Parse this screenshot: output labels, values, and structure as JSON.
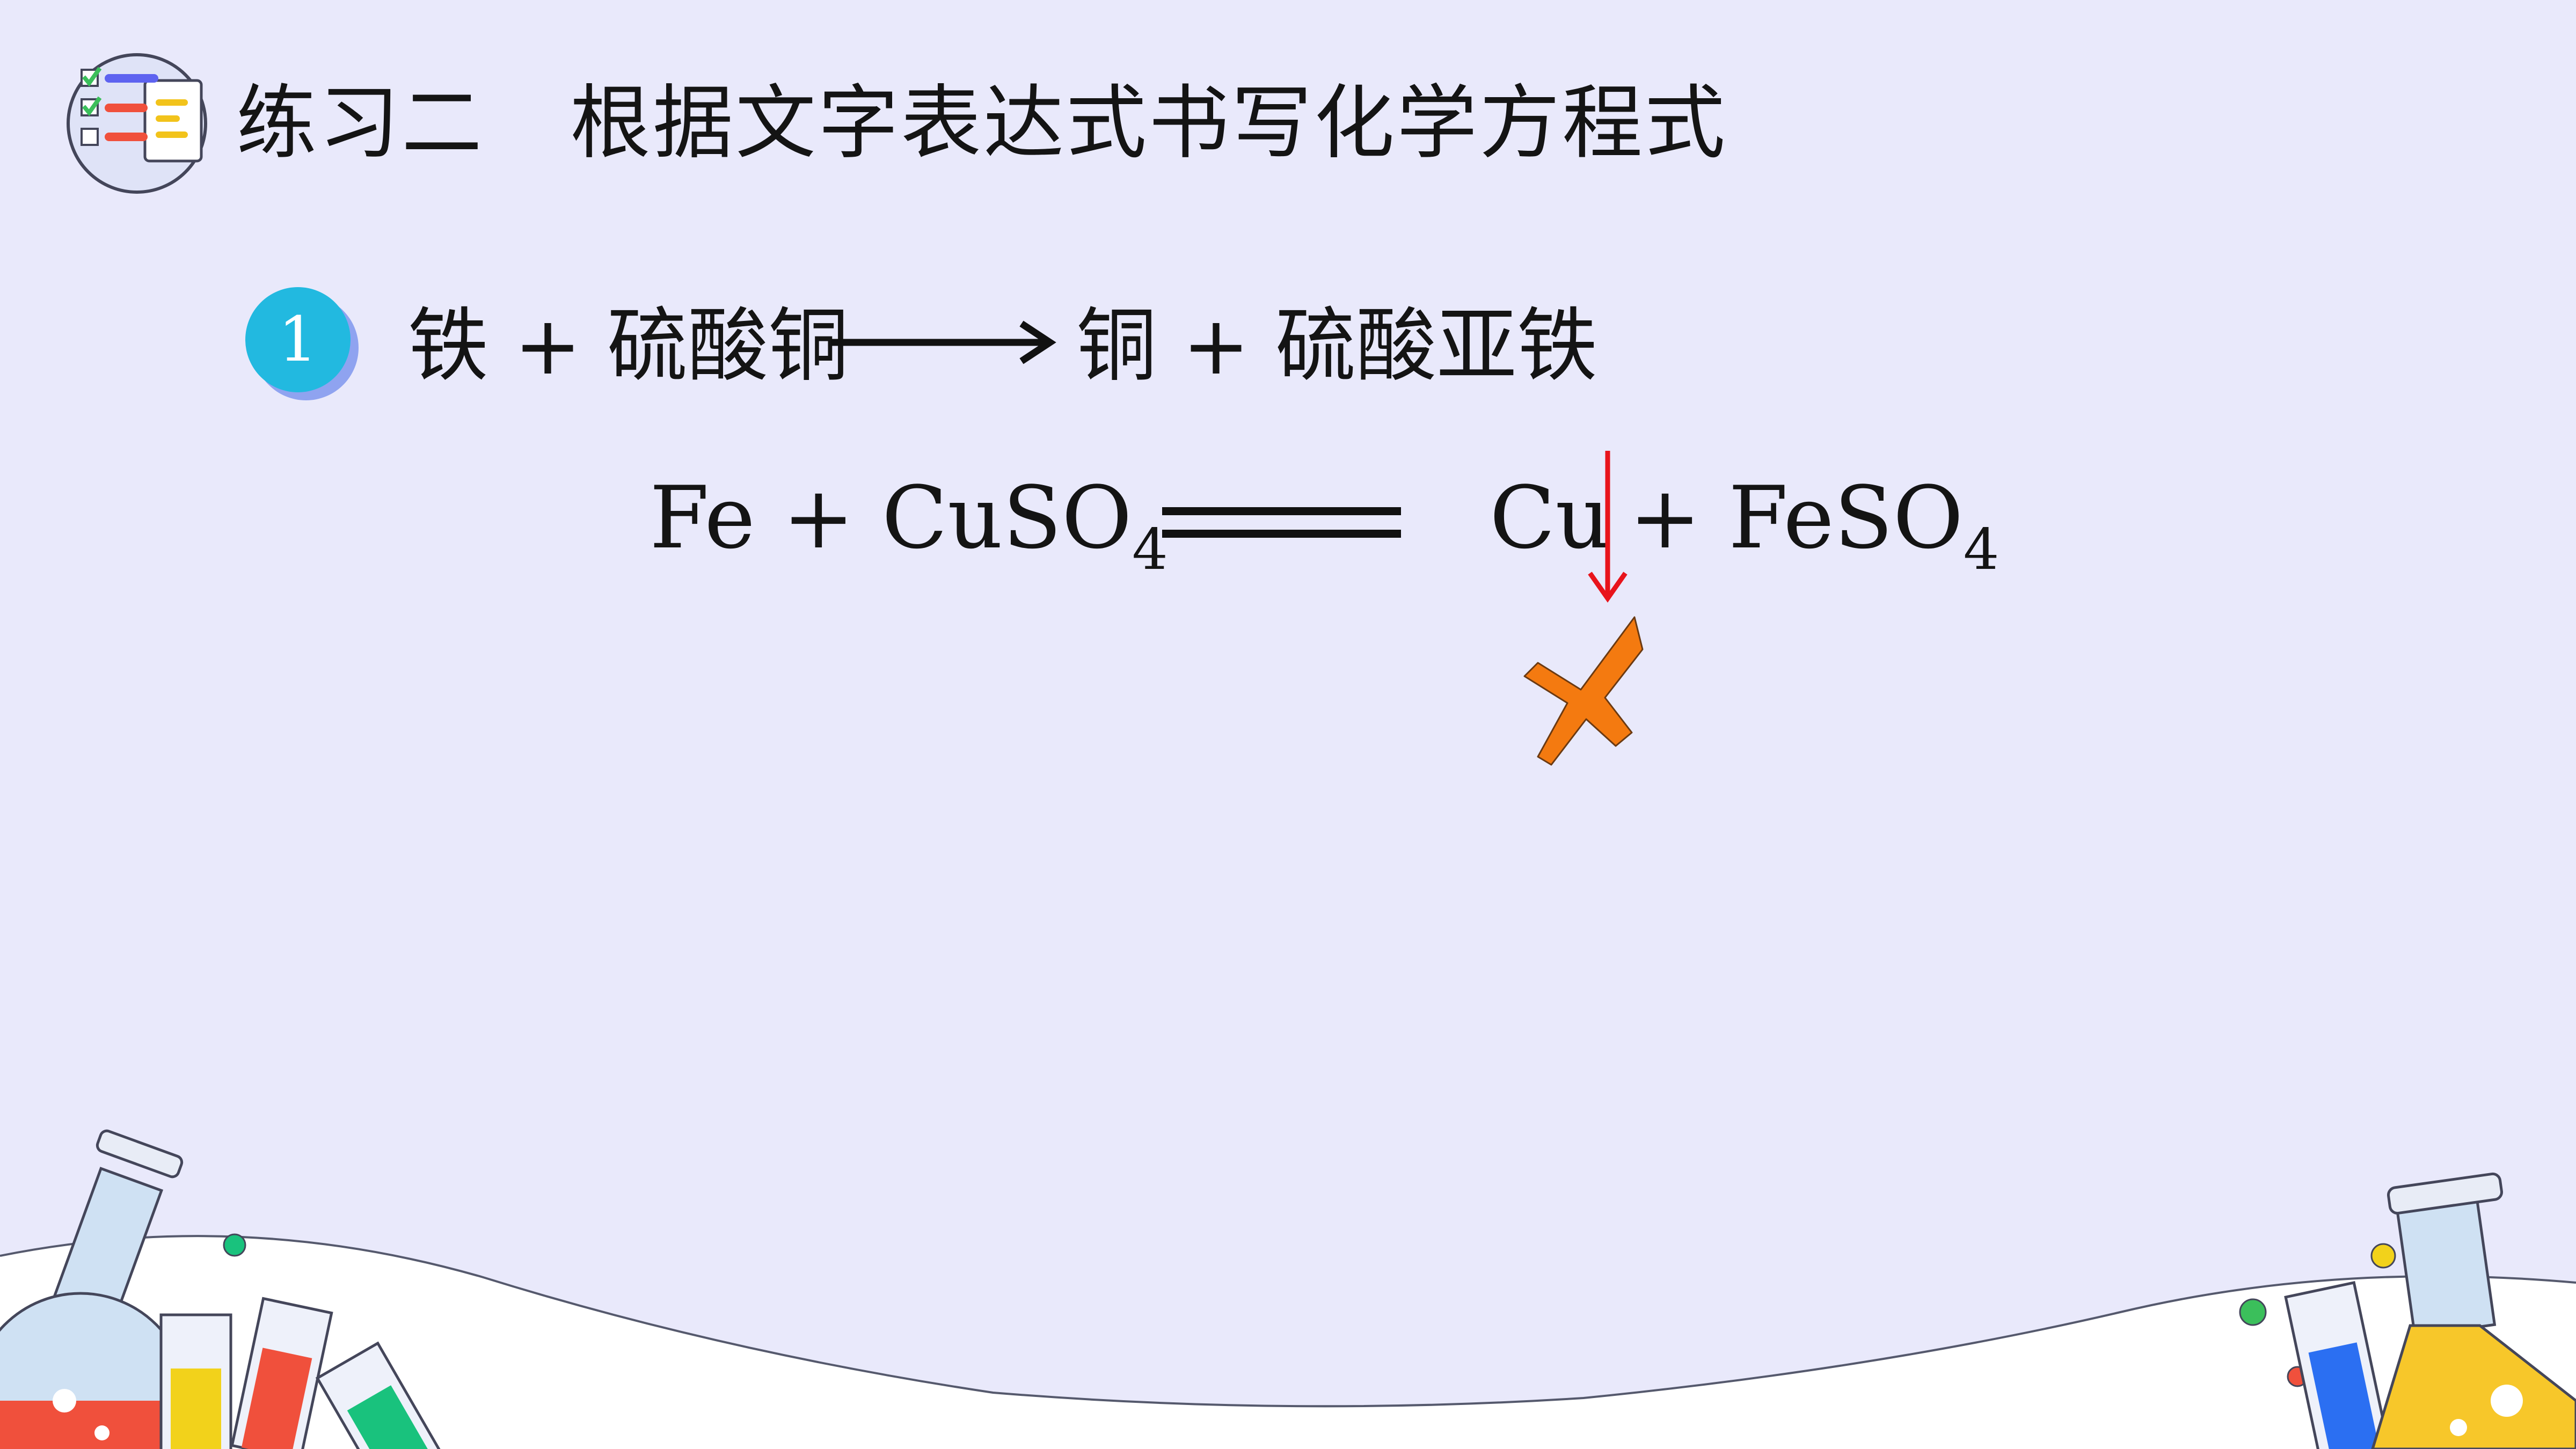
{
  "header": {
    "title_part1": "练习二",
    "title_part2": "根据文字表达式书写化学方程式",
    "icon": "checklist-icon"
  },
  "item": {
    "number": "1",
    "word_equation": {
      "reactants": "铁 + 硫酸铜",
      "products": "铜 + 硫酸亚铁",
      "arrow_icon": "right-arrow-icon"
    },
    "chemical_equation": {
      "fe": "Fe",
      "plus1": "+",
      "cuso": "CuSO",
      "sub1": "4",
      "cu": "Cu",
      "plus2": "+",
      "feso": "FeSO",
      "sub2": "4",
      "equals_icon": "double-line-equals-icon",
      "precipitate_icon": "down-arrow-icon",
      "result_icon": "cross-icon"
    }
  },
  "colors": {
    "background": "#e9e9fb",
    "badge": "#22b9e0",
    "badge_shadow": "#8fa3f0",
    "precipitate_arrow": "#e8141c",
    "cross": "#f47a10"
  }
}
